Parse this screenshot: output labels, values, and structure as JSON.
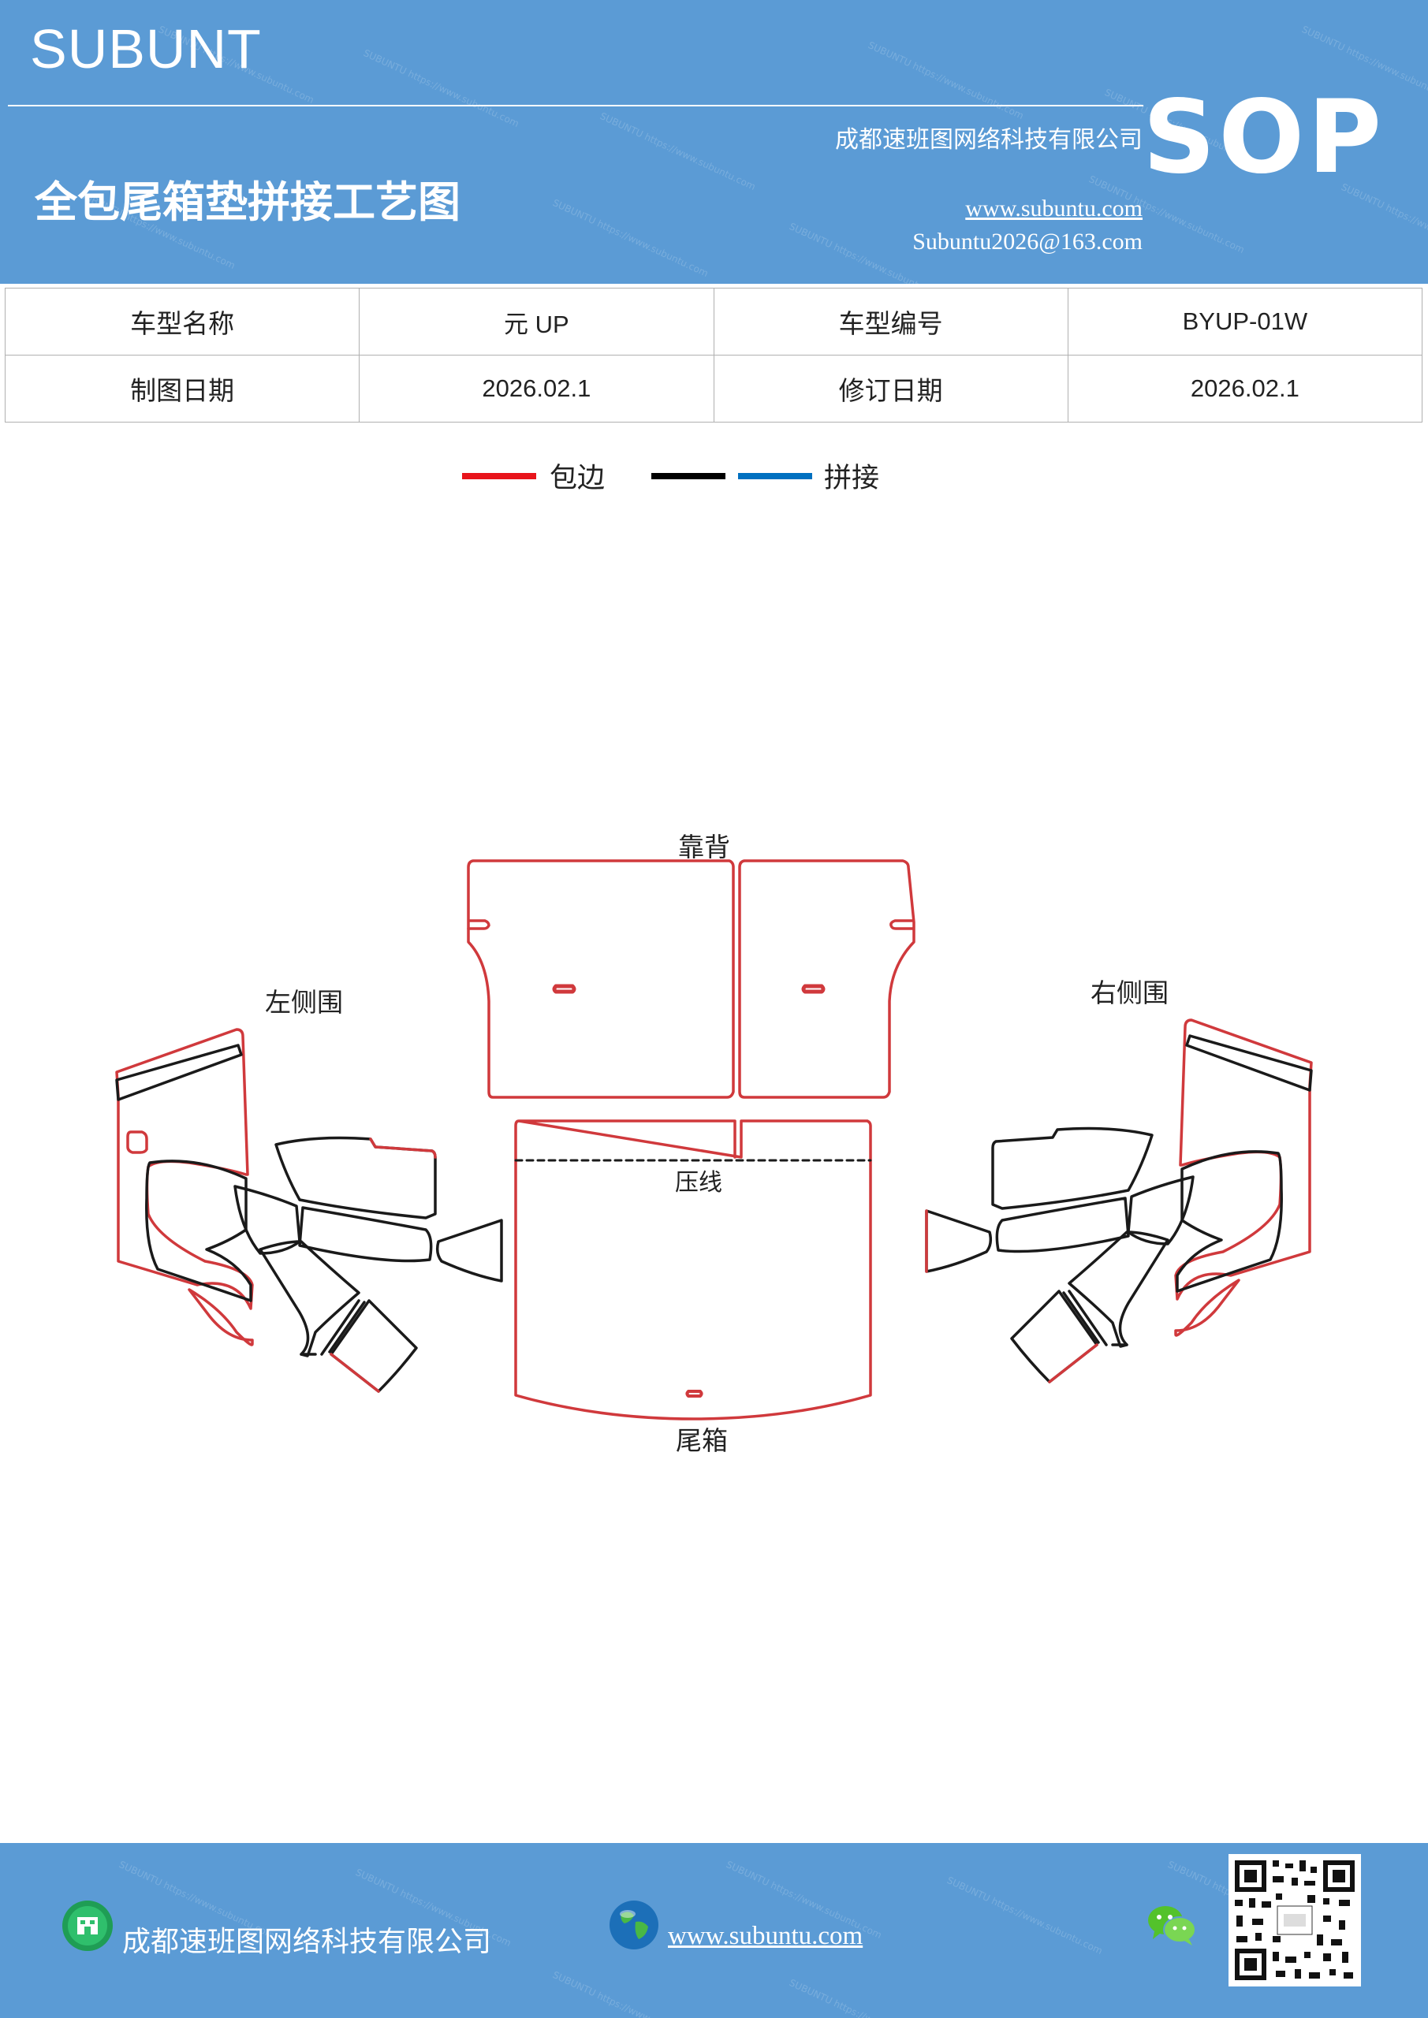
{
  "header": {
    "brand": "SUBUNT",
    "doc_type": "SOP",
    "title": "全包尾箱垫拼接工艺图",
    "company": "成都速班图网络科技有限公司",
    "website": "www.subuntu.com",
    "email": "Subuntu2026@163.com"
  },
  "info_table": {
    "row1": {
      "label1": "车型名称",
      "value1": "元 UP",
      "label2": "车型编号",
      "value2": "BYUP-01W"
    },
    "row2": {
      "label1": "制图日期",
      "value1": "2026.02.1",
      "label2": "修订日期",
      "value2": "2026.02.1"
    }
  },
  "legend": {
    "edging_label": "包边",
    "splice_label": "拼接",
    "colors": {
      "edging": "#e8141b",
      "black": "#000000",
      "splice": "#0070c0"
    }
  },
  "parts": {
    "backrest": "靠背",
    "left_side": "左侧围",
    "right_side": "右侧围",
    "press_line": "压线",
    "trunk": "尾箱"
  },
  "footer": {
    "company": "成都速班图网络科技有限公司",
    "website": "www.subuntu.com"
  },
  "colors": {
    "header_bg": "#5b9bd5",
    "outline_red": "#d0393c",
    "outline_black": "#1a1a1a"
  }
}
